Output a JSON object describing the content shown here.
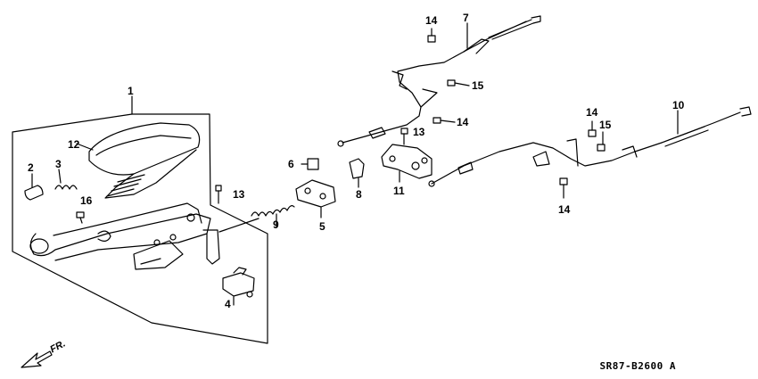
{
  "labels": {
    "p1": "1",
    "p2": "2",
    "p3": "3",
    "p4": "4",
    "p5": "5",
    "p6": "6",
    "p7": "7",
    "p8": "8",
    "p9": "9",
    "p10": "10",
    "p11": "11",
    "p12": "12",
    "p13a": "13",
    "p13b": "13",
    "p14a": "14",
    "p14b": "14",
    "p14c": "14",
    "p14d": "14",
    "p15a": "15",
    "p15b": "15",
    "p16": "16"
  },
  "direction": "FR.",
  "diagram_code": "SR87-B2600",
  "diagram_suffix": "A"
}
